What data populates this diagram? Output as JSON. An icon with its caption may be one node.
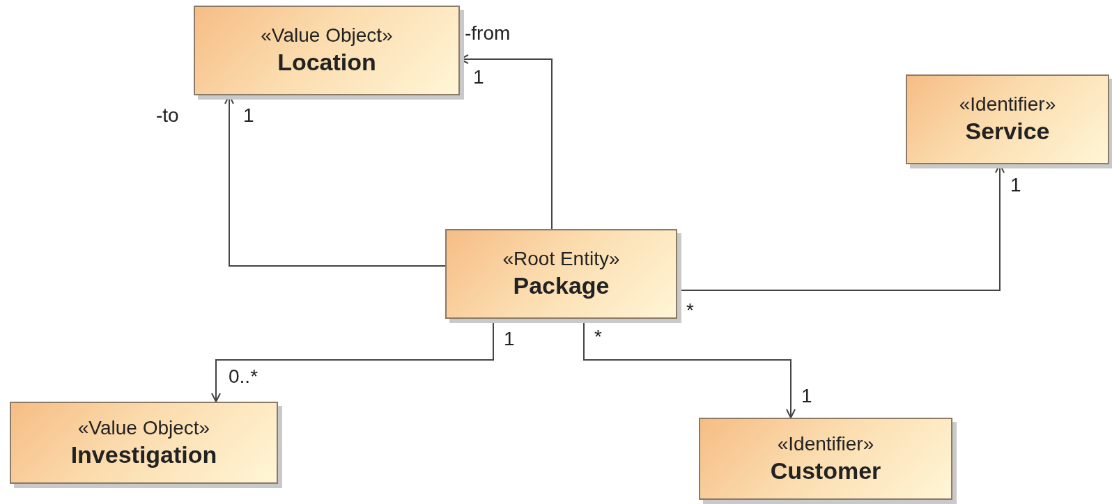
{
  "diagram": {
    "nodes": [
      {
        "text": [
          "«Value Object»",
          "Location"
        ]
      },
      {
        "text": [
          "«Identifier»",
          "Service"
        ]
      },
      {
        "text": [
          "«Root Entity»",
          "Package"
        ]
      },
      {
        "text": [
          "«Value Object»",
          "Investigation"
        ]
      },
      {
        "text": [
          "«Identifier»",
          "Customer"
        ]
      }
    ],
    "edges": [
      {
        "from": 2,
        "to": 0,
        "arrow": "to",
        "label": "-from"
      },
      {
        "from": 2,
        "to": 0,
        "arrow": "to",
        "label": "-to"
      },
      {
        "from": 2,
        "to": 1,
        "arrow": "to"
      },
      {
        "from": 2,
        "to": 3,
        "arrow": "to"
      },
      {
        "from": 2,
        "to": 4,
        "arrow": "to"
      }
    ],
    "labels": [
      "1",
      "1",
      "1",
      "*",
      "1",
      "*",
      "0..*",
      "1"
    ]
  }
}
